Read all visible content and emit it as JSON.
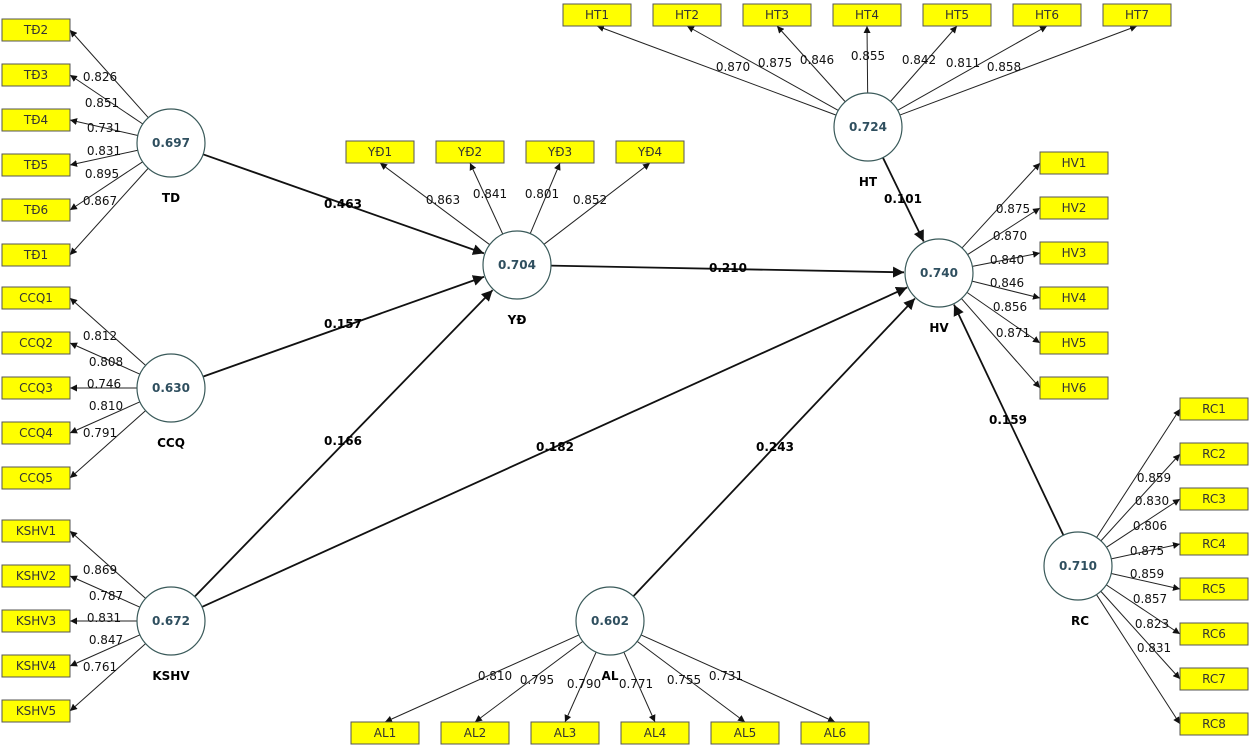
{
  "constructs": [
    {
      "id": "TD",
      "label": "TD",
      "r2": "0.697"
    },
    {
      "id": "CCQ",
      "label": "CCQ",
      "r2": "0.630"
    },
    {
      "id": "KSHV",
      "label": "KSHV",
      "r2": "0.672"
    },
    {
      "id": "YD",
      "label": "YĐ",
      "r2": "0.704"
    },
    {
      "id": "HT",
      "label": "HT",
      "r2": "0.724"
    },
    {
      "id": "HV",
      "label": "HV",
      "r2": "0.740"
    },
    {
      "id": "AL",
      "label": "AL",
      "r2": "0.602"
    },
    {
      "id": "RC",
      "label": "RC",
      "r2": "0.710"
    }
  ],
  "indicators": [
    {
      "id": "TD2",
      "label": "TĐ2",
      "construct": "TD",
      "loading": "0.826"
    },
    {
      "id": "TD3",
      "label": "TĐ3",
      "construct": "TD",
      "loading": "0.851"
    },
    {
      "id": "TD4",
      "label": "TĐ4",
      "construct": "TD",
      "loading": "0.731"
    },
    {
      "id": "TD5",
      "label": "TĐ5",
      "construct": "TD",
      "loading": "0.831"
    },
    {
      "id": "TD6",
      "label": "TĐ6",
      "construct": "TD",
      "loading": "0.895"
    },
    {
      "id": "TD1",
      "label": "TĐ1",
      "construct": "TD",
      "loading": "0.867"
    },
    {
      "id": "CCQ1",
      "label": "CCQ1",
      "construct": "CCQ",
      "loading": "0.812"
    },
    {
      "id": "CCQ2",
      "label": "CCQ2",
      "construct": "CCQ",
      "loading": "0.808"
    },
    {
      "id": "CCQ3",
      "label": "CCQ3",
      "construct": "CCQ",
      "loading": "0.746"
    },
    {
      "id": "CCQ4",
      "label": "CCQ4",
      "construct": "CCQ",
      "loading": "0.810"
    },
    {
      "id": "CCQ5",
      "label": "CCQ5",
      "construct": "CCQ",
      "loading": "0.791"
    },
    {
      "id": "KSHV1",
      "label": "KSHV1",
      "construct": "KSHV",
      "loading": "0.869"
    },
    {
      "id": "KSHV2",
      "label": "KSHV2",
      "construct": "KSHV",
      "loading": "0.787"
    },
    {
      "id": "KSHV3",
      "label": "KSHV3",
      "construct": "KSHV",
      "loading": "0.831"
    },
    {
      "id": "KSHV4",
      "label": "KSHV4",
      "construct": "KSHV",
      "loading": "0.847"
    },
    {
      "id": "KSHV5",
      "label": "KSHV5",
      "construct": "KSHV",
      "loading": "0.761"
    },
    {
      "id": "YD1",
      "label": "YĐ1",
      "construct": "YD",
      "loading": "0.863"
    },
    {
      "id": "YD2",
      "label": "YĐ2",
      "construct": "YD",
      "loading": "0.841"
    },
    {
      "id": "YD3",
      "label": "YĐ3",
      "construct": "YD",
      "loading": "0.801"
    },
    {
      "id": "YD4",
      "label": "YĐ4",
      "construct": "YD",
      "loading": "0.852"
    },
    {
      "id": "HT1",
      "label": "HT1",
      "construct": "HT",
      "loading": "0.870"
    },
    {
      "id": "HT2",
      "label": "HT2",
      "construct": "HT",
      "loading": "0.875"
    },
    {
      "id": "HT3",
      "label": "HT3",
      "construct": "HT",
      "loading": "0.846"
    },
    {
      "id": "HT4",
      "label": "HT4",
      "construct": "HT",
      "loading": "0.855"
    },
    {
      "id": "HT5",
      "label": "HT5",
      "construct": "HT",
      "loading": "0.842"
    },
    {
      "id": "HT6",
      "label": "HT6",
      "construct": "HT",
      "loading": "0.811"
    },
    {
      "id": "HT7",
      "label": "HT7",
      "construct": "HT",
      "loading": "0.858"
    },
    {
      "id": "HV1",
      "label": "HV1",
      "construct": "HV",
      "loading": "0.875"
    },
    {
      "id": "HV2",
      "label": "HV2",
      "construct": "HV",
      "loading": "0.870"
    },
    {
      "id": "HV3",
      "label": "HV3",
      "construct": "HV",
      "loading": "0.840"
    },
    {
      "id": "HV4",
      "label": "HV4",
      "construct": "HV",
      "loading": "0.846"
    },
    {
      "id": "HV5",
      "label": "HV5",
      "construct": "HV",
      "loading": "0.856"
    },
    {
      "id": "HV6",
      "label": "HV6",
      "construct": "HV",
      "loading": "0.871"
    },
    {
      "id": "AL1",
      "label": "AL1",
      "construct": "AL",
      "loading": "0.810"
    },
    {
      "id": "AL2",
      "label": "AL2",
      "construct": "AL",
      "loading": "0.795"
    },
    {
      "id": "AL3",
      "label": "AL3",
      "construct": "AL",
      "loading": "0.790"
    },
    {
      "id": "AL4",
      "label": "AL4",
      "construct": "AL",
      "loading": "0.771"
    },
    {
      "id": "AL5",
      "label": "AL5",
      "construct": "AL",
      "loading": "0.755"
    },
    {
      "id": "AL6",
      "label": "AL6",
      "construct": "AL",
      "loading": "0.731"
    },
    {
      "id": "RC1",
      "label": "RC1",
      "construct": "RC",
      "loading": "0.859"
    },
    {
      "id": "RC2",
      "label": "RC2",
      "construct": "RC",
      "loading": "0.830"
    },
    {
      "id": "RC3",
      "label": "RC3",
      "construct": "RC",
      "loading": "0.806"
    },
    {
      "id": "RC4",
      "label": "RC4",
      "construct": "RC",
      "loading": "0.875"
    },
    {
      "id": "RC5",
      "label": "RC5",
      "construct": "RC",
      "loading": "0.859"
    },
    {
      "id": "RC6",
      "label": "RC6",
      "construct": "RC",
      "loading": "0.857"
    },
    {
      "id": "RC7",
      "label": "RC7",
      "construct": "RC",
      "loading": "0.823"
    },
    {
      "id": "RC8",
      "label": "RC8",
      "construct": "RC",
      "loading": "0.831"
    }
  ],
  "paths": [
    {
      "from": "TD",
      "to": "YD",
      "coef": "0.463"
    },
    {
      "from": "CCQ",
      "to": "YD",
      "coef": "0.157"
    },
    {
      "from": "KSHV",
      "to": "YD",
      "coef": "0.166"
    },
    {
      "from": "YD",
      "to": "HV",
      "coef": "0.210"
    },
    {
      "from": "KSHV",
      "to": "HV",
      "coef": "0.182"
    },
    {
      "from": "HT",
      "to": "HV",
      "coef": "0.101"
    },
    {
      "from": "AL",
      "to": "HV",
      "coef": "0.243"
    },
    {
      "from": "RC",
      "to": "HV",
      "coef": "0.159"
    }
  ]
}
